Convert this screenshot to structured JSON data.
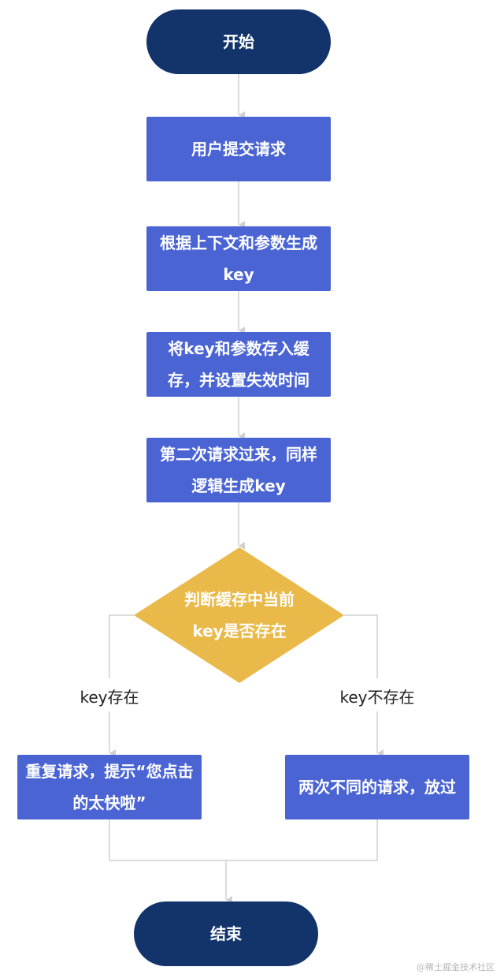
{
  "colors": {
    "terminator": "#12346b",
    "process": "#4a64d4",
    "decision": "#e9b949",
    "connector": "#d0d0d0",
    "text_on_shape": "#ffffff",
    "label_text": "#222222"
  },
  "nodes": {
    "start": {
      "type": "terminator",
      "text": "开始"
    },
    "step1": {
      "type": "process",
      "text": "用户提交请求"
    },
    "step2": {
      "type": "process",
      "text": "根据上下文和参数生成key"
    },
    "step3": {
      "type": "process",
      "text": "将key和参数存入缓存，并设置失效时间"
    },
    "step4": {
      "type": "process",
      "text": "第二次请求过来，同样逻辑生成key"
    },
    "decision": {
      "type": "decision",
      "text": "判断缓存中当前key是否存在"
    },
    "yes_branch": {
      "type": "process",
      "text": "重复请求，提示“您点击的太快啦”"
    },
    "no_branch": {
      "type": "process",
      "text": "两次不同的请求，放过"
    },
    "end": {
      "type": "terminator",
      "text": "结束"
    }
  },
  "edges": [
    {
      "from": "start",
      "to": "step1",
      "label": ""
    },
    {
      "from": "step1",
      "to": "step2",
      "label": ""
    },
    {
      "from": "step2",
      "to": "step3",
      "label": ""
    },
    {
      "from": "step3",
      "to": "step4",
      "label": ""
    },
    {
      "from": "step4",
      "to": "decision",
      "label": ""
    },
    {
      "from": "decision",
      "to": "yes_branch",
      "label": "key存在"
    },
    {
      "from": "decision",
      "to": "no_branch",
      "label": "key不存在"
    },
    {
      "from": "yes_branch",
      "to": "end",
      "label": ""
    },
    {
      "from": "no_branch",
      "to": "end",
      "label": ""
    }
  ],
  "branch_labels": {
    "yes": "key存在",
    "no": "key不存在"
  },
  "watermark": "@稀土掘金技术社区"
}
